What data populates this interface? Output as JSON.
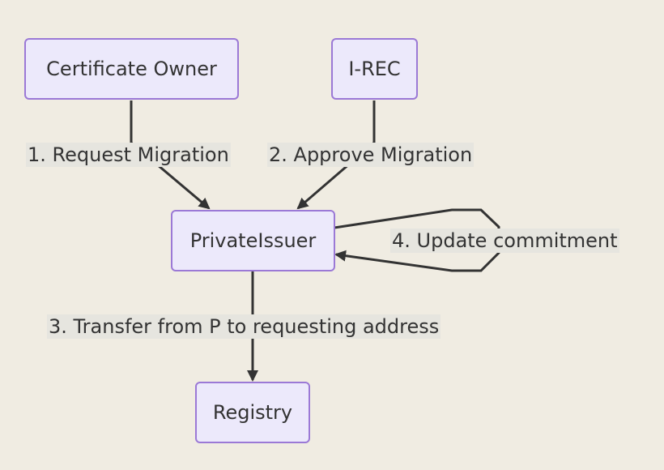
{
  "nodes": {
    "certificate_owner": "Certificate Owner",
    "i_rec": "I-REC",
    "private_issuer": "PrivateIssuer",
    "registry": "Registry"
  },
  "edges": {
    "request_migration": "1. Request Migration",
    "approve_migration": "2. Approve Migration",
    "transfer": "3. Transfer from P to requesting address",
    "update_commitment": "4. Update commitment"
  },
  "colors": {
    "background": "#f0ece2",
    "node_fill": "#ece9fb",
    "node_border": "#9b79d6",
    "edge": "#333333",
    "label_bg": "#e6e5df"
  }
}
